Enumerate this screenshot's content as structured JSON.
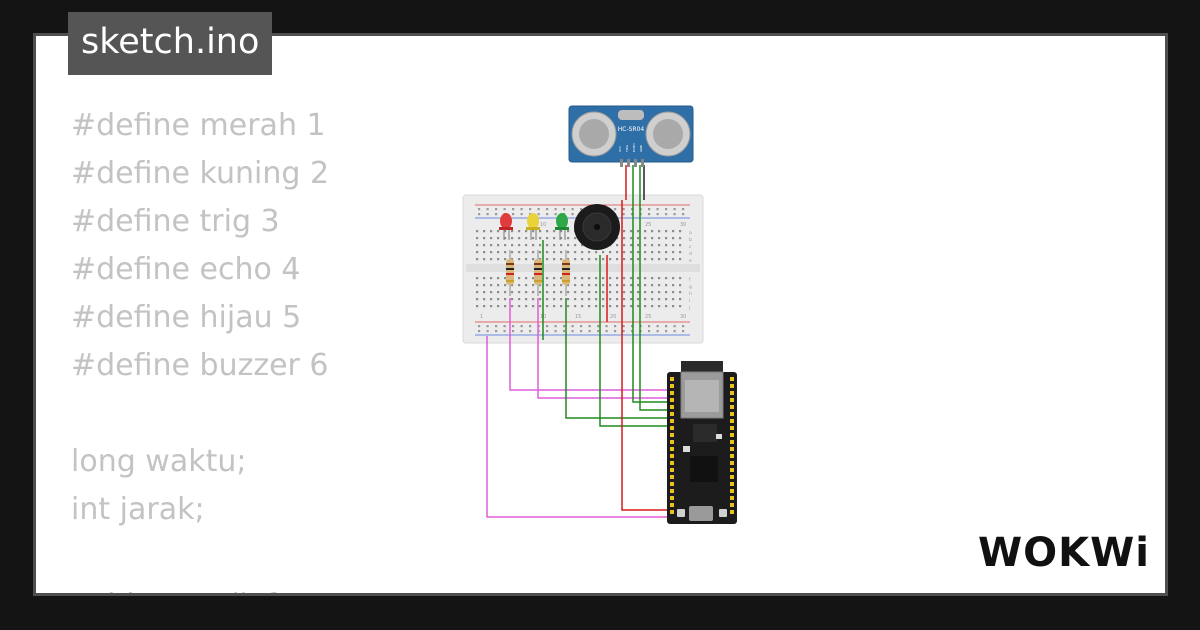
{
  "editor": {
    "filename": "sketch.ino",
    "code_lines": [
      "#define merah 1",
      "#define kuning 2",
      "#define trig 3",
      "#define echo 4",
      "#define hijau 5",
      "#define buzzer 6",
      "",
      "long waktu;",
      "int jarak;",
      "",
      "void setup() {"
    ]
  },
  "circuit": {
    "sensor_label": "HC-SR04",
    "sensor_pins": [
      "VCC",
      "TRIG",
      "ECHO",
      "GND"
    ],
    "breadboard_col_numbers": [
      "1",
      "10",
      "15",
      "20",
      "25",
      "30"
    ],
    "row_letters_top": [
      "a",
      "b",
      "c",
      "d",
      "e"
    ],
    "row_letters_bottom": [
      "f",
      "g",
      "h",
      "i",
      "j"
    ],
    "leds": [
      {
        "name": "red-led",
        "color": "#e23b3b"
      },
      {
        "name": "yellow-led",
        "color": "#e9d23a"
      },
      {
        "name": "green-led",
        "color": "#2fa84a"
      }
    ],
    "wire_colors": {
      "pink": "#e15cd7",
      "green": "#1f8a1f",
      "red": "#d81b1b",
      "black": "#222222"
    }
  },
  "brand": {
    "logo_text": "WOKWi"
  }
}
